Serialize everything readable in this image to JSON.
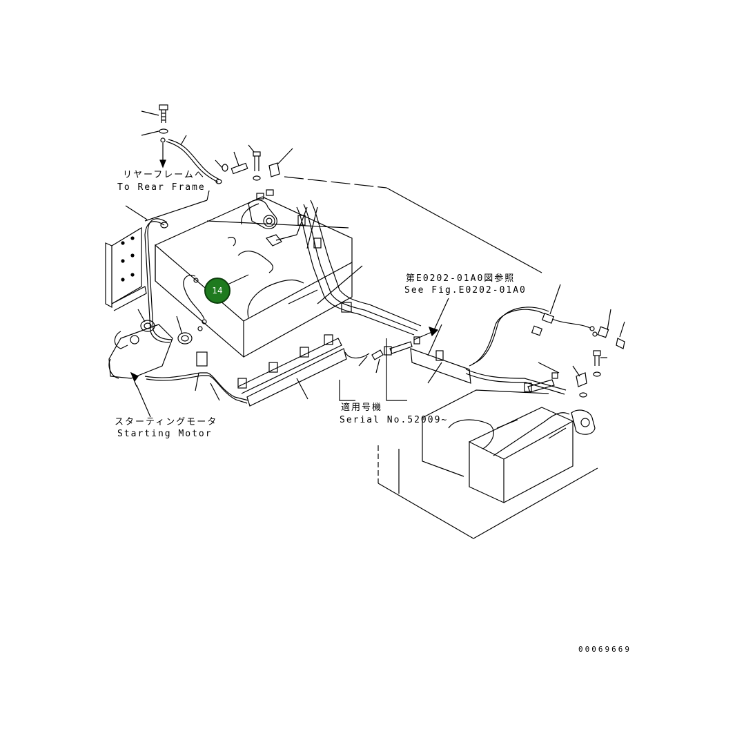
{
  "labels": {
    "rear_frame_jp": "リヤーフレームへ",
    "rear_frame_en": "To Rear Frame",
    "see_fig_jp": "第E0202-01A0図参照",
    "see_fig_en": "See Fig.E0202-01A0",
    "serial_jp": "適用号機",
    "serial_en": "Serial No.52009~",
    "starting_motor_jp": "スターティングモータ",
    "starting_motor_en": "Starting Motor"
  },
  "callout": {
    "number": "14",
    "color": "#1e7a1e"
  },
  "document_number": "00069669"
}
